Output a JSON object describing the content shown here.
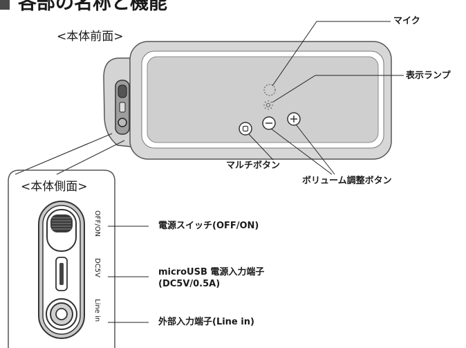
{
  "heading": "各部の名称と機能",
  "front_view_label": "<本体前面>",
  "side_view_label": "<本体側面>",
  "callouts": {
    "mic": "マイク",
    "indicator": "表示ランプ",
    "multi_button": "マルチボタン",
    "volume_buttons": "ボリューム調整ボタン",
    "power_switch": "電源スイッチ(OFF/ON)",
    "usb_port_line1": "microUSB 電源入力端子",
    "usb_port_line2": "(DC5V/0.5A)",
    "line_in_jack": "外部入力端子(Line in)"
  },
  "side_markings": {
    "power": "OFF/ON",
    "dc": "DC5V",
    "line_in": "Line in"
  }
}
